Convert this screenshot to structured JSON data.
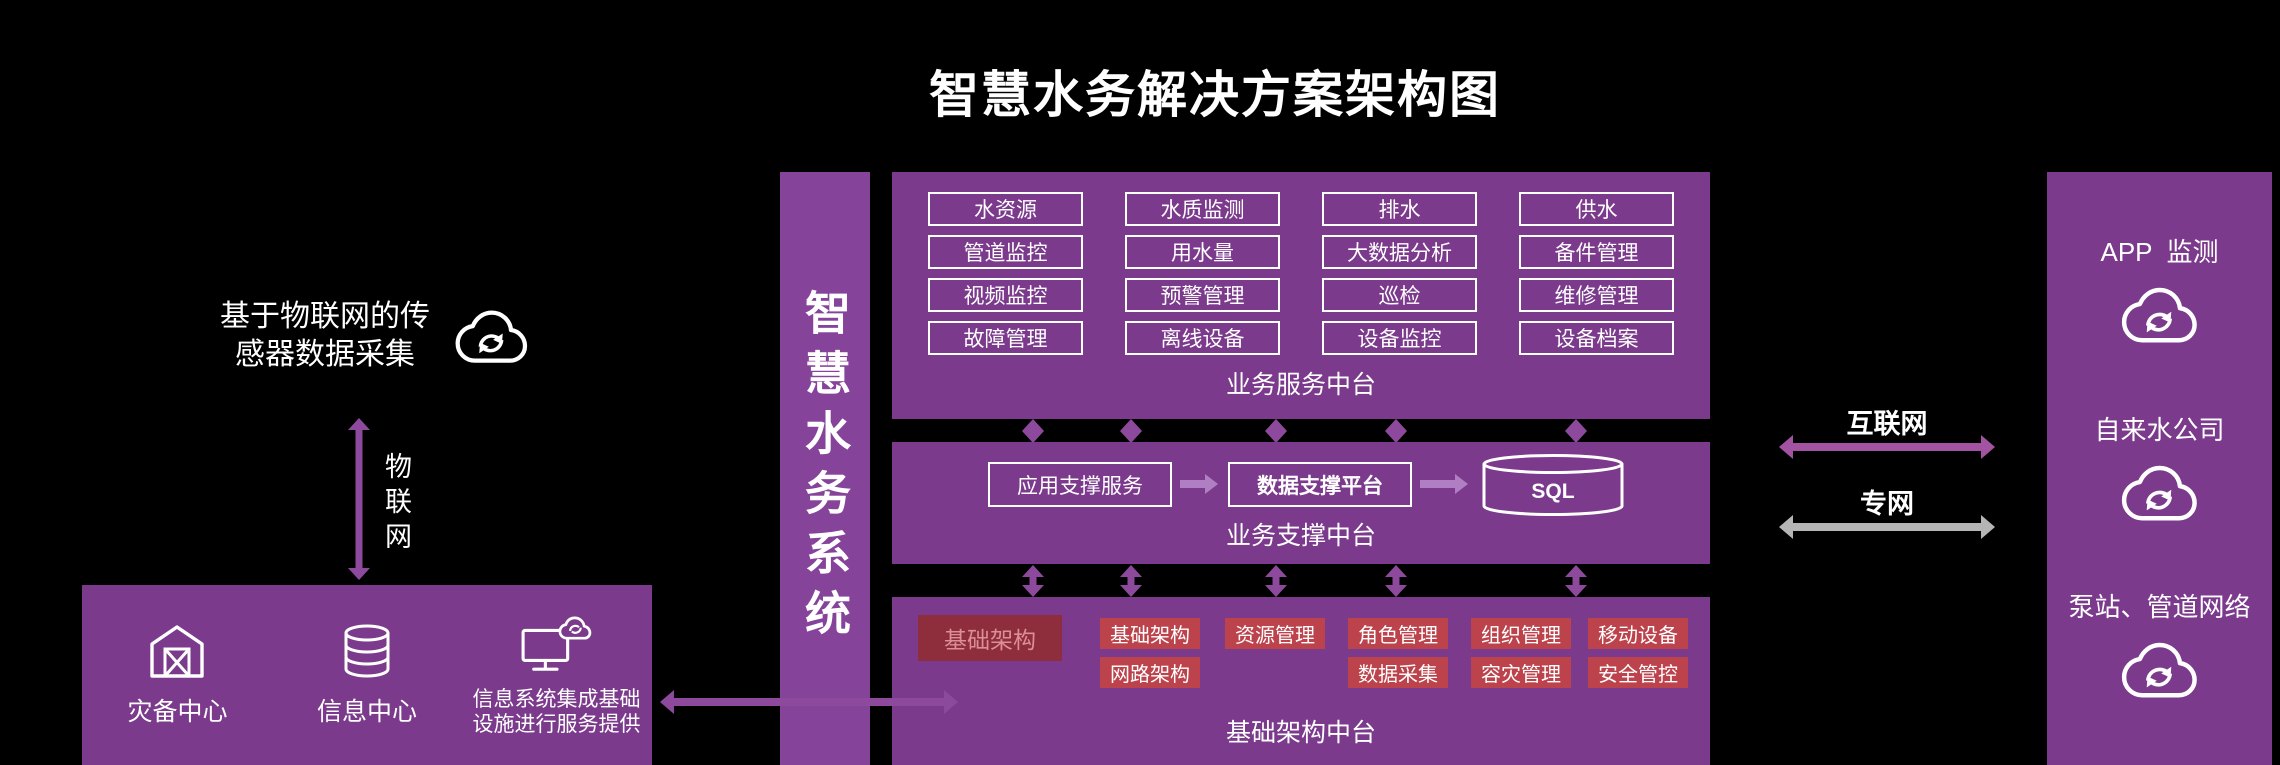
{
  "title": "智慧水务解决方案架构图",
  "colors": {
    "panel": "#7b3a8c",
    "bar": "#86439a",
    "arrow": "#8d4a9d",
    "light_arrow": "#b07ec2",
    "internet_arrow": "#a254a2",
    "private_arrow": "#b5b5b5",
    "red_box": "#bc434c",
    "red_box_dark": "#8e2d3b",
    "red_box_dark_text": "#dd8f96"
  },
  "left": {
    "sensor_caption": [
      "基于物联网的传",
      "感器数据采集"
    ],
    "iot_label": "物联网",
    "datacenter": {
      "items": [
        {
          "icon": "barn-icon",
          "label": [
            "灾备中心"
          ]
        },
        {
          "icon": "database-icon",
          "label": [
            "信息中心"
          ]
        },
        {
          "icon": "monitor-cloud-icon",
          "label": [
            "信息系统集成基础",
            "设施进行服务提供"
          ]
        }
      ]
    }
  },
  "system_bar": {
    "label": "智慧水务系统"
  },
  "business_service": {
    "title": "业务服务中台",
    "boxes": [
      [
        "水资源",
        "水质监测",
        "排水",
        "供水"
      ],
      [
        "管道监控",
        "用水量",
        "大数据分析",
        "备件管理"
      ],
      [
        "视频监控",
        "预警管理",
        "巡检",
        "维修管理"
      ],
      [
        "故障管理",
        "离线设备",
        "设备监控",
        "设备档案"
      ]
    ]
  },
  "business_support": {
    "title": "业务支撑中台",
    "app_service": "应用支撑服务",
    "data_platform": "数据支撑平台",
    "database": "SQL"
  },
  "infrastructure": {
    "title": "基础架构中台",
    "main_box": "基础架构",
    "row1": [
      "基础架构",
      "资源管理",
      "角色管理",
      "组织管理",
      "移动设备"
    ],
    "row2": [
      "网路架构",
      "数据采集",
      "容灾管理",
      "安全管控"
    ]
  },
  "network": {
    "internet_label": "互联网",
    "private_label": "专网"
  },
  "right_panel": {
    "items": [
      {
        "label": "APP  监测"
      },
      {
        "label": "自来水公司"
      },
      {
        "label": "泵站、管道网络"
      }
    ]
  }
}
